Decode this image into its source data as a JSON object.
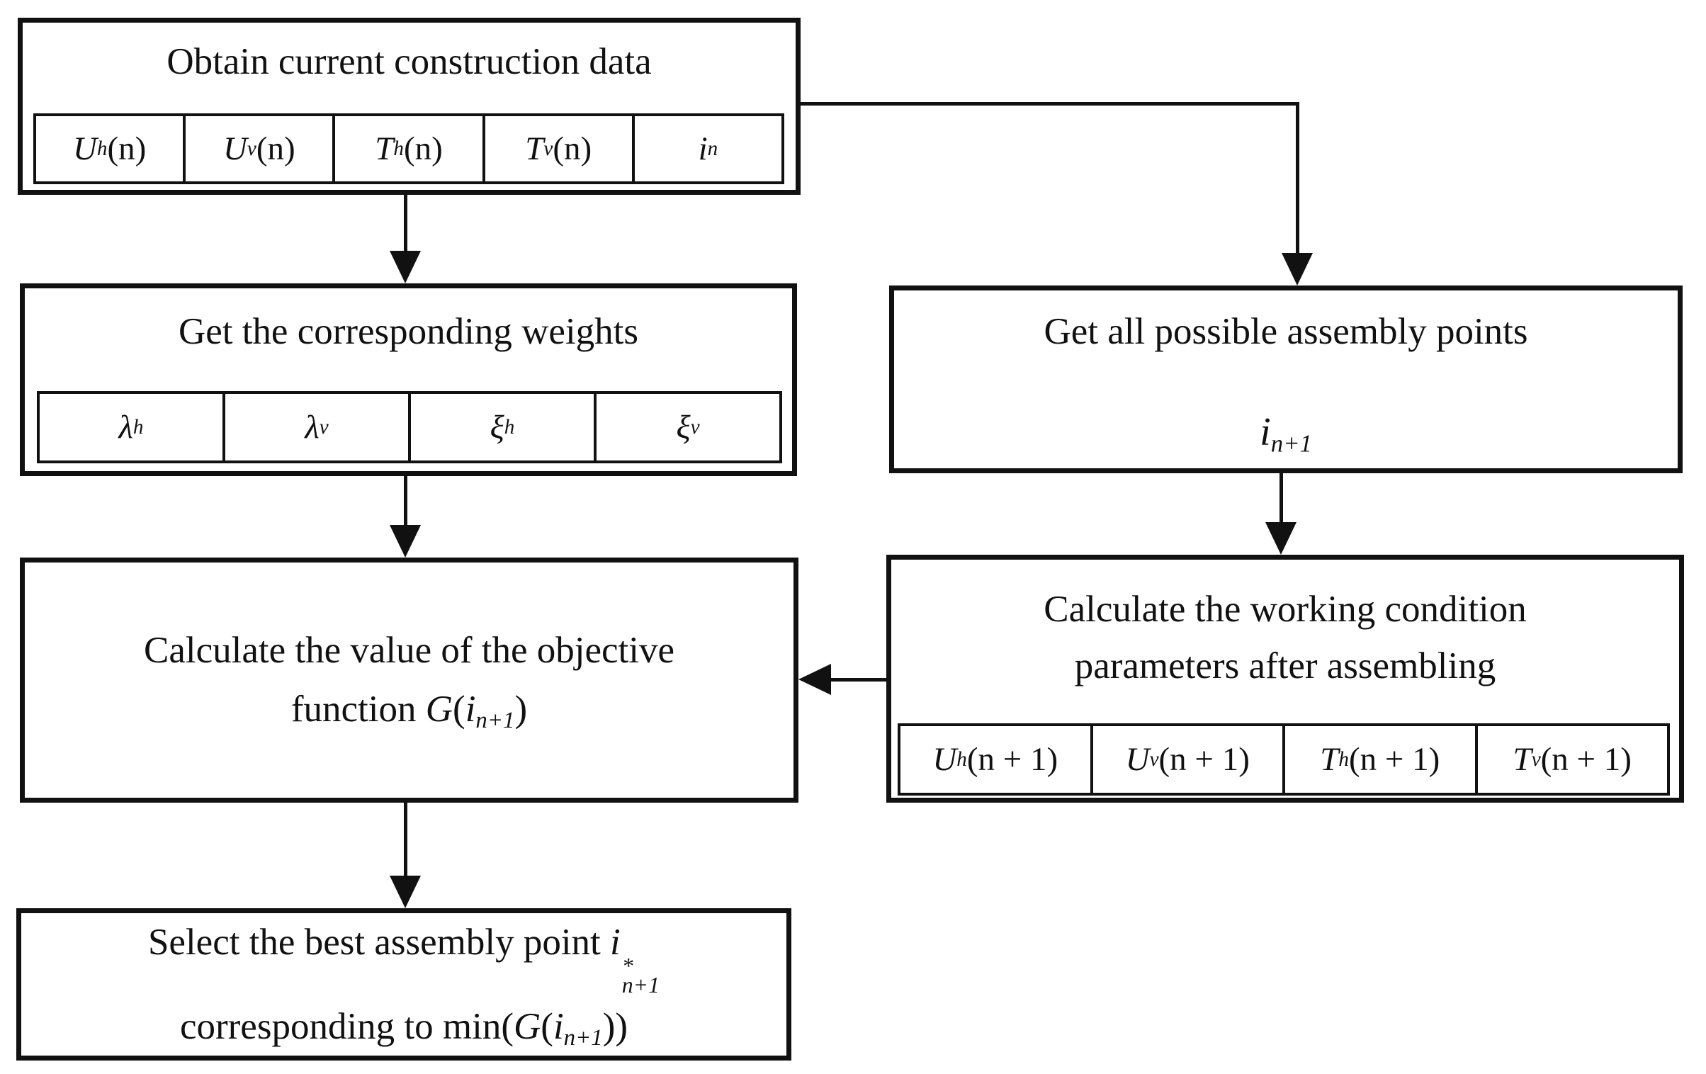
{
  "figure": {
    "type": "flowchart",
    "background_color": "#ffffff",
    "line_color": "#111111"
  },
  "boxes": {
    "obtain": {
      "title": "Obtain current construction data",
      "params": [
        [
          {
            "t": "U",
            "it": true
          },
          {
            "t": "h",
            "it": true,
            "sub": true
          },
          {
            "t": "(n)"
          }
        ],
        [
          {
            "t": "U",
            "it": true
          },
          {
            "t": "v",
            "it": true,
            "sub": true
          },
          {
            "t": "(n)"
          }
        ],
        [
          {
            "t": "T",
            "it": true
          },
          {
            "t": "h",
            "it": true,
            "sub": true
          },
          {
            "t": "(n)"
          }
        ],
        [
          {
            "t": "T",
            "it": true
          },
          {
            "t": "v",
            "it": true,
            "sub": true
          },
          {
            "t": "(n)"
          }
        ],
        [
          {
            "t": "i",
            "it": true
          },
          {
            "t": "n",
            "it": true,
            "sub": true
          }
        ]
      ]
    },
    "weights": {
      "title": "Get the corresponding weights",
      "params": [
        [
          {
            "t": "λ",
            "it": true
          },
          {
            "t": "h",
            "it": true,
            "sub": true
          }
        ],
        [
          {
            "t": "λ",
            "it": true
          },
          {
            "t": "v",
            "it": true,
            "sub": true
          }
        ],
        [
          {
            "t": "ξ",
            "it": true
          },
          {
            "t": "h",
            "it": true,
            "sub": true
          }
        ],
        [
          {
            "t": "ξ",
            "it": true
          },
          {
            "t": "v",
            "it": true,
            "sub": true
          }
        ]
      ]
    },
    "assembly_points": {
      "title": "Get all possible assembly points",
      "math": [
        {
          "t": "i",
          "it": true
        },
        {
          "t": "n+1",
          "it": true,
          "sub": true
        }
      ]
    },
    "working_condition": {
      "title_line1": "Calculate the working condition",
      "title_line2": "parameters after assembling",
      "params": [
        [
          {
            "t": "U",
            "it": true
          },
          {
            "t": "h",
            "it": true,
            "sub": true
          },
          {
            "t": "(n + 1)"
          }
        ],
        [
          {
            "t": "U",
            "it": true
          },
          {
            "t": "v",
            "it": true,
            "sub": true
          },
          {
            "t": "(n + 1)"
          }
        ],
        [
          {
            "t": "T",
            "it": true
          },
          {
            "t": "h",
            "it": true,
            "sub": true
          },
          {
            "t": "(n + 1)"
          }
        ],
        [
          {
            "t": "T",
            "it": true
          },
          {
            "t": "v",
            "it": true,
            "sub": true
          },
          {
            "t": "(n + 1)"
          }
        ]
      ]
    },
    "objective": {
      "line1": "Calculate the value of the objective",
      "line2": [
        {
          "t": "function "
        },
        {
          "t": "G",
          "it": true
        },
        {
          "t": "("
        },
        {
          "t": "i",
          "it": true
        },
        {
          "t": "n+1",
          "it": true,
          "sub": true
        },
        {
          "t": ")"
        }
      ]
    },
    "select": {
      "line1": [
        {
          "t": "Select the best assembly point "
        },
        {
          "t": "i",
          "it": true
        },
        {
          "it": true,
          "stack": {
            "sup": "*",
            "sub": "n+1"
          }
        }
      ],
      "line2": [
        {
          "t": "corresponding to min("
        },
        {
          "t": "G",
          "it": true
        },
        {
          "t": "("
        },
        {
          "t": "i",
          "it": true
        },
        {
          "t": "n+1",
          "it": true,
          "sub": true
        },
        {
          "t": "))"
        }
      ]
    }
  },
  "edges": [
    {
      "from": "obtain",
      "to": "weights"
    },
    {
      "from": "obtain",
      "to": "assembly_points"
    },
    {
      "from": "weights",
      "to": "objective"
    },
    {
      "from": "assembly_points",
      "to": "working_condition"
    },
    {
      "from": "working_condition",
      "to": "objective"
    },
    {
      "from": "objective",
      "to": "select"
    }
  ]
}
